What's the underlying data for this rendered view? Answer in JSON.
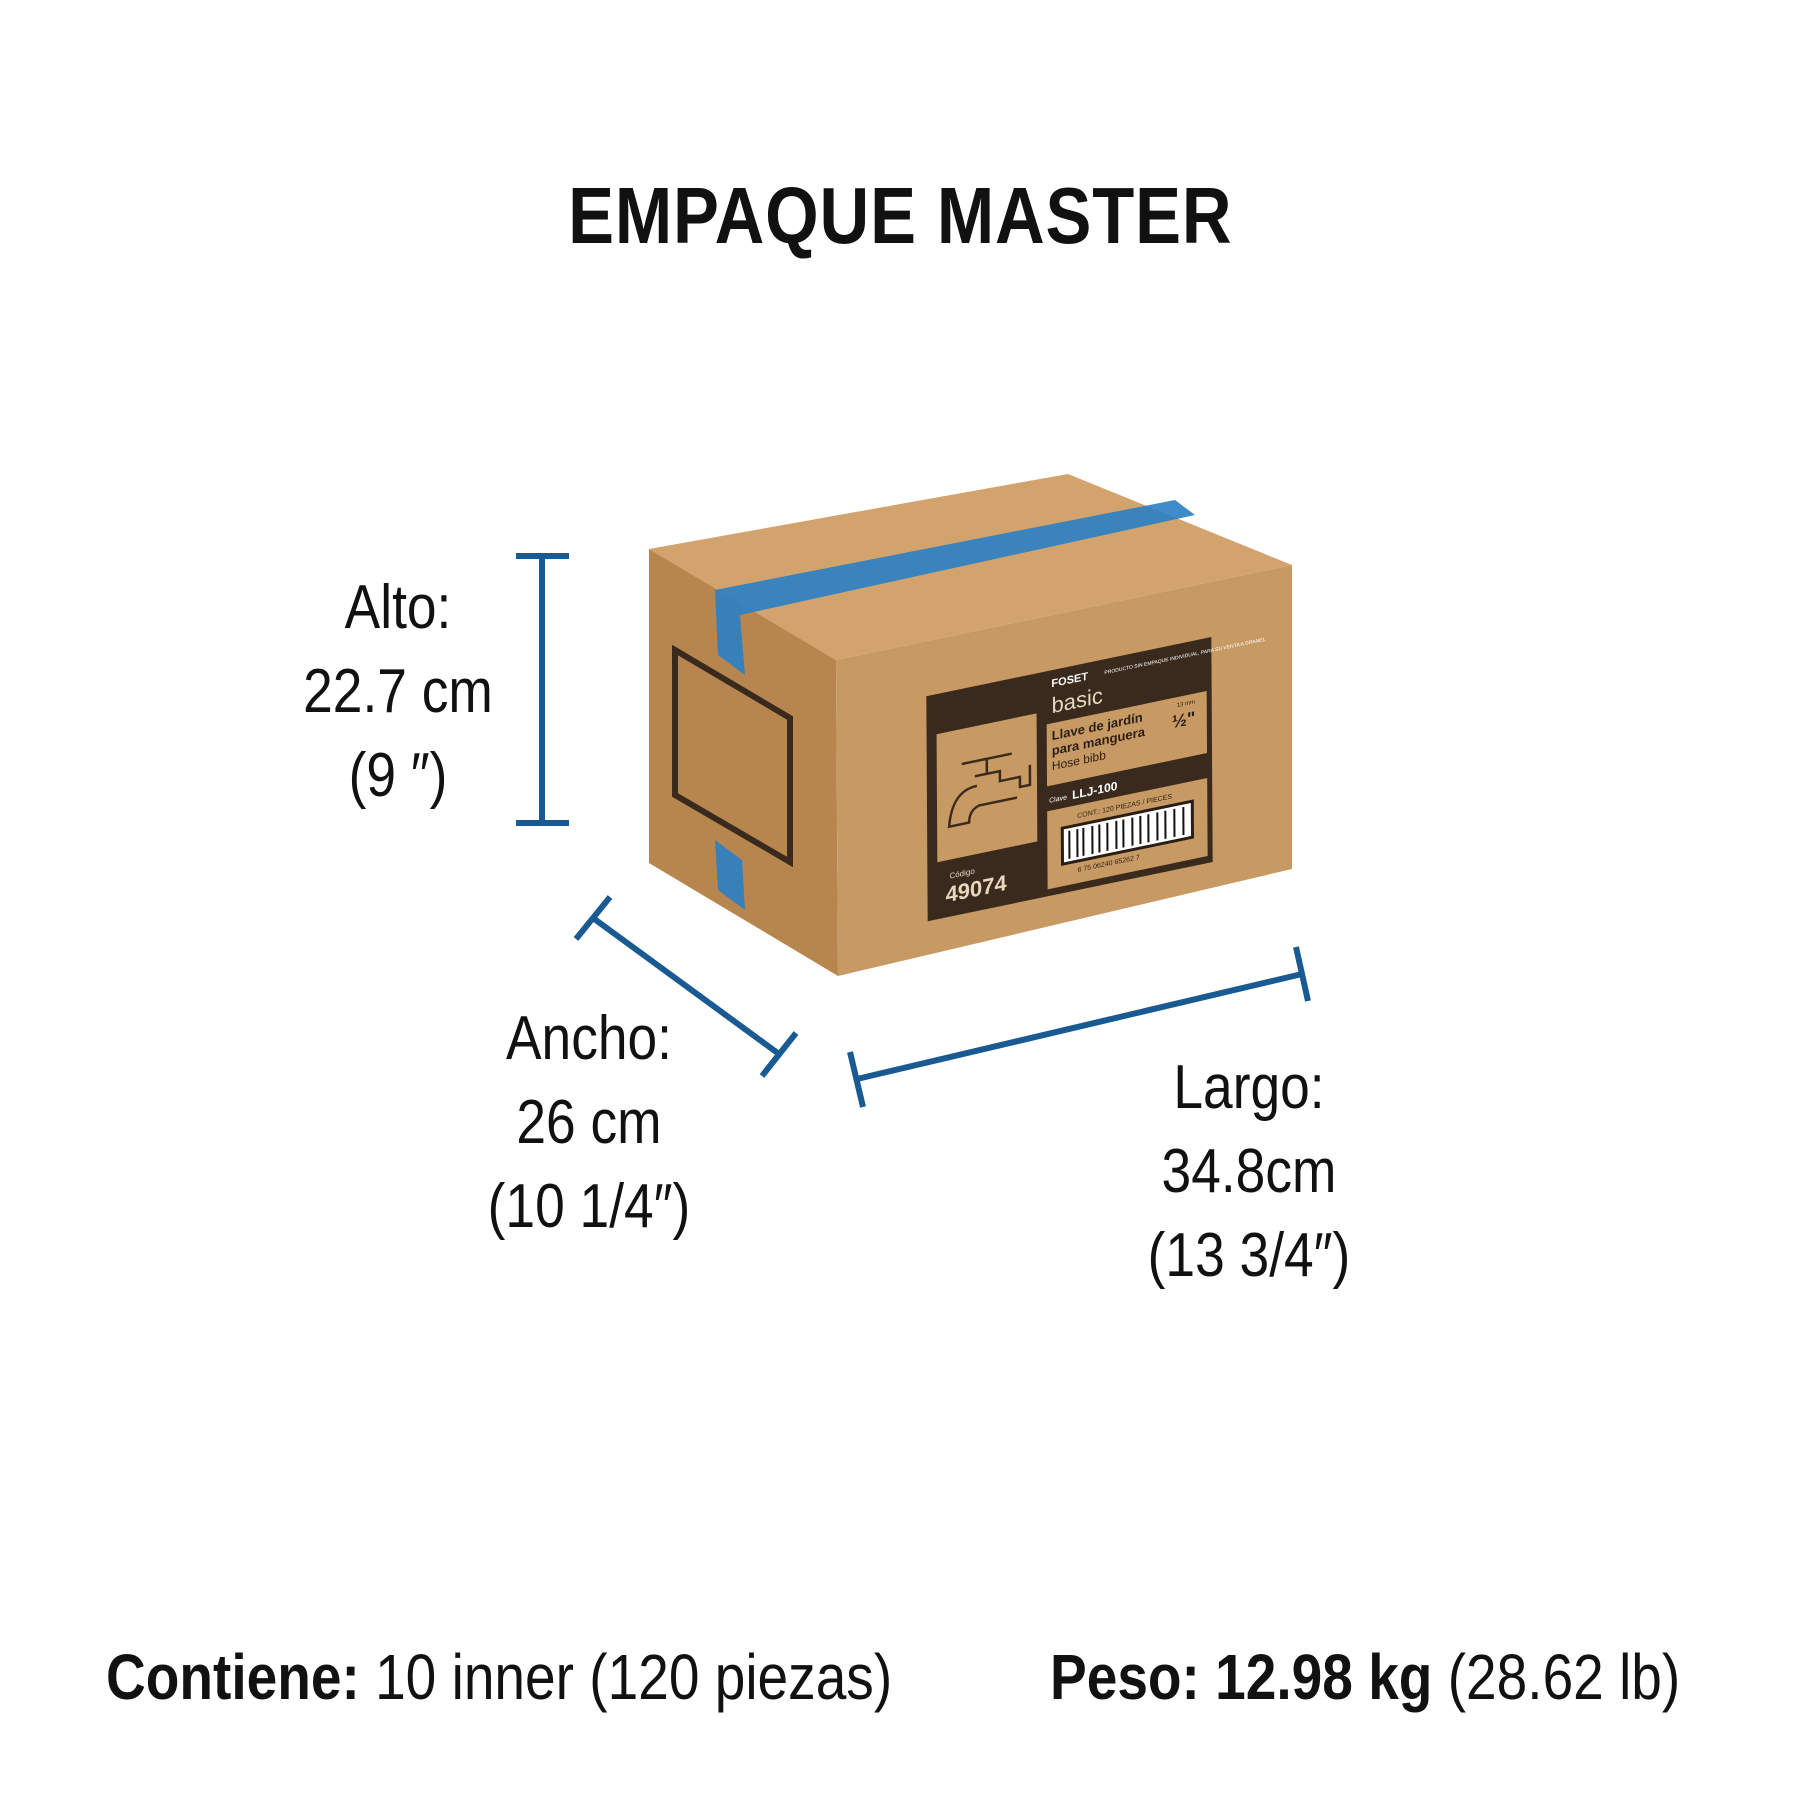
{
  "title": "EMPAQUE MASTER",
  "dimensions": {
    "alto": {
      "label": "Alto:",
      "metric": "22.7 cm",
      "imperial": "(9 ″)"
    },
    "ancho": {
      "label": "Ancho:",
      "metric": "26 cm",
      "imperial": "(10 1/4″)"
    },
    "largo": {
      "label": "Largo:",
      "metric": "34.8cm",
      "imperial": "(13 3/4″)"
    }
  },
  "contents": {
    "label": "Contiene:",
    "value": "10 inner (120 piezas)"
  },
  "weight": {
    "label": "Peso:",
    "value": "12.98 kg",
    "imperial": "(28.62 lb)"
  },
  "box_label": {
    "brand": "FOSET",
    "line": "basic",
    "notice": "PRODUCTO SIN EMPAQUE INDIVIDUAL, PARA SU VENTA A GRANEL",
    "name_es_1": "Llave de jardín",
    "name_es_2": "para manguera",
    "name_en": "Hose bibb",
    "size_mm": "13 mm",
    "size_in": "½\"",
    "clave_label": "Clave",
    "clave": "LLJ-100",
    "contents": "CONT.: 120 PIEZAS / PIECES",
    "barcode_digits": "6 75 06240 65262 7",
    "codigo_label": "Código",
    "codigo": "49074"
  },
  "colors": {
    "accent": "#1a5a93",
    "cardboard": "#c4955f",
    "tape": "#2a7fc4"
  }
}
